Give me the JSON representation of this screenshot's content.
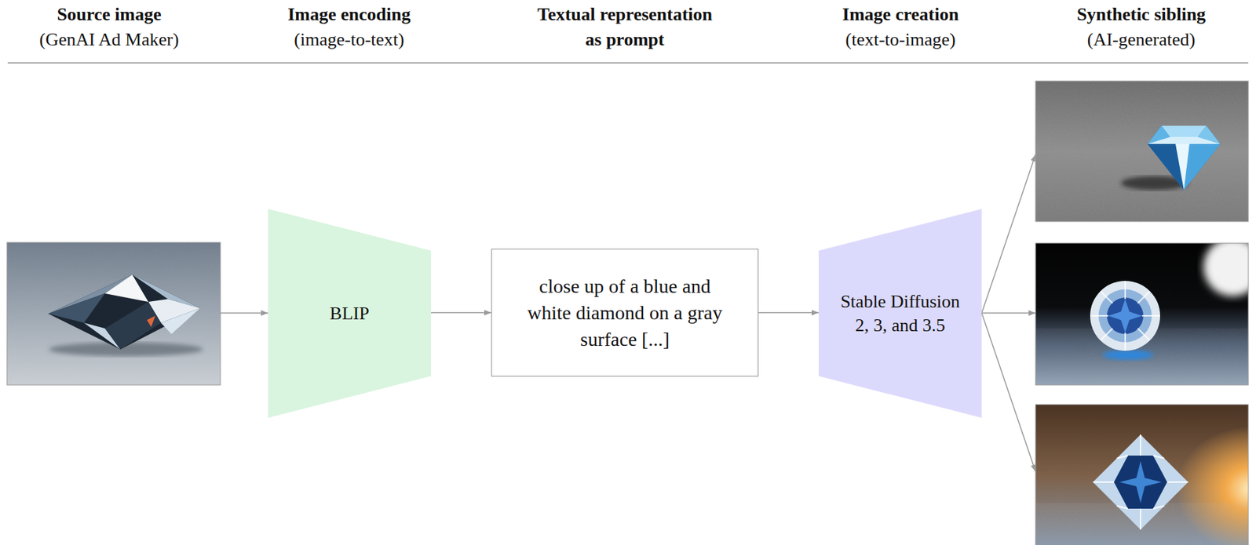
{
  "diagram": {
    "nodes": [
      {
        "text": [
          "BLIP"
        ]
      },
      {
        "text": [
          "close up of a blue and white diamond on a gray surface [...]"
        ]
      },
      {
        "text": [
          "Stable Diffusion 2, 3, and 3.5"
        ]
      }
    ],
    "edges": [
      {
        "from": 0,
        "to": 1,
        "arrow": "to"
      },
      {
        "from": 1,
        "to": 2,
        "arrow": "to"
      }
    ],
    "labels": [
      "Source image",
      "(GenAI Ad Maker)",
      "Image encoding",
      "(image-to-text)",
      "Textual representation as prompt",
      "Image creation",
      "(text-to-image)",
      "Synthetic sibling",
      "(AI-generated)"
    ]
  }
}
